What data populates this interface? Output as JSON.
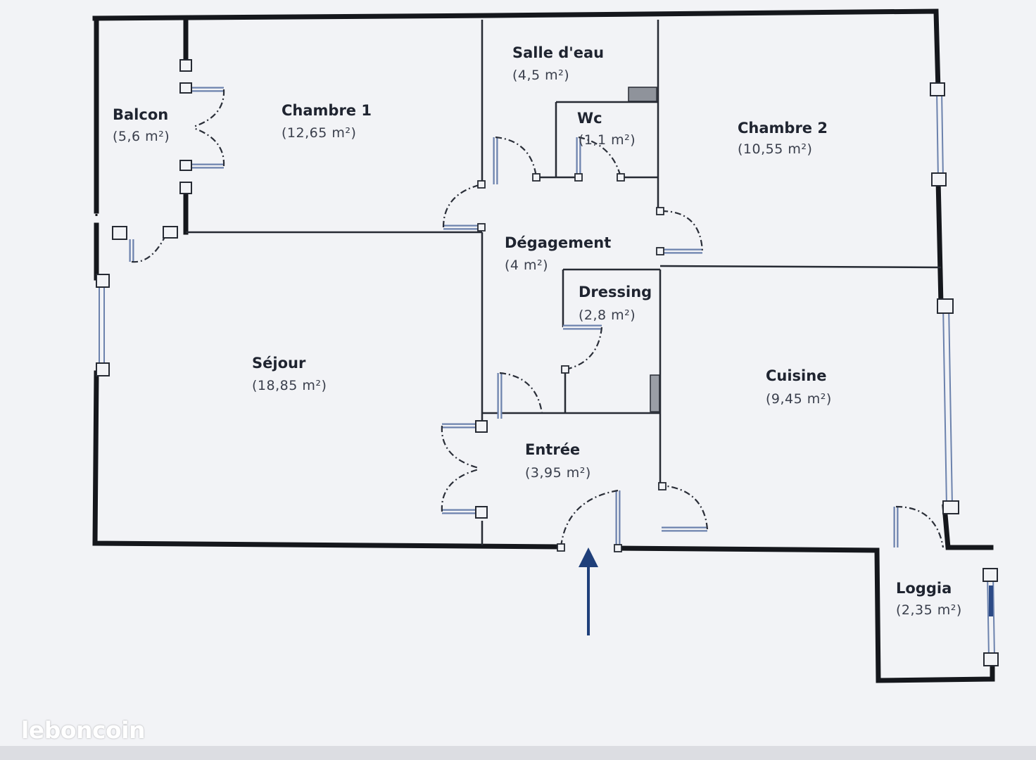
{
  "colors": {
    "paper": "#f2f3f6",
    "wall": "#15171c",
    "partition": "#262a33",
    "window": "#6c82ad",
    "door_swing": "#2a2e38",
    "arrow": "#1f3f7a",
    "watermark": "#ffffff"
  },
  "rooms": [
    {
      "name": "Balcon",
      "area": "(5,6 m²)"
    },
    {
      "name": "Chambre 1",
      "area": "(12,65 m²)"
    },
    {
      "name": "Salle d'eau",
      "area": "(4,5 m²)"
    },
    {
      "name": "Wc",
      "area": "(1,1 m²)"
    },
    {
      "name": "Chambre 2",
      "area": "(10,55 m²)"
    },
    {
      "name": "Dégagement",
      "area": "(4 m²)"
    },
    {
      "name": "Dressing",
      "area": "(2,8 m²)"
    },
    {
      "name": "Séjour",
      "area": "(18,85 m²)"
    },
    {
      "name": "Cuisine",
      "area": "(9,45 m²)"
    },
    {
      "name": "Entrée",
      "area": "(3,95 m²)"
    },
    {
      "name": "Loggia",
      "area": "(2,35 m²)"
    }
  ],
  "entrance_arrow_icon": "arrow-up-icon",
  "watermark": "leboncoin"
}
